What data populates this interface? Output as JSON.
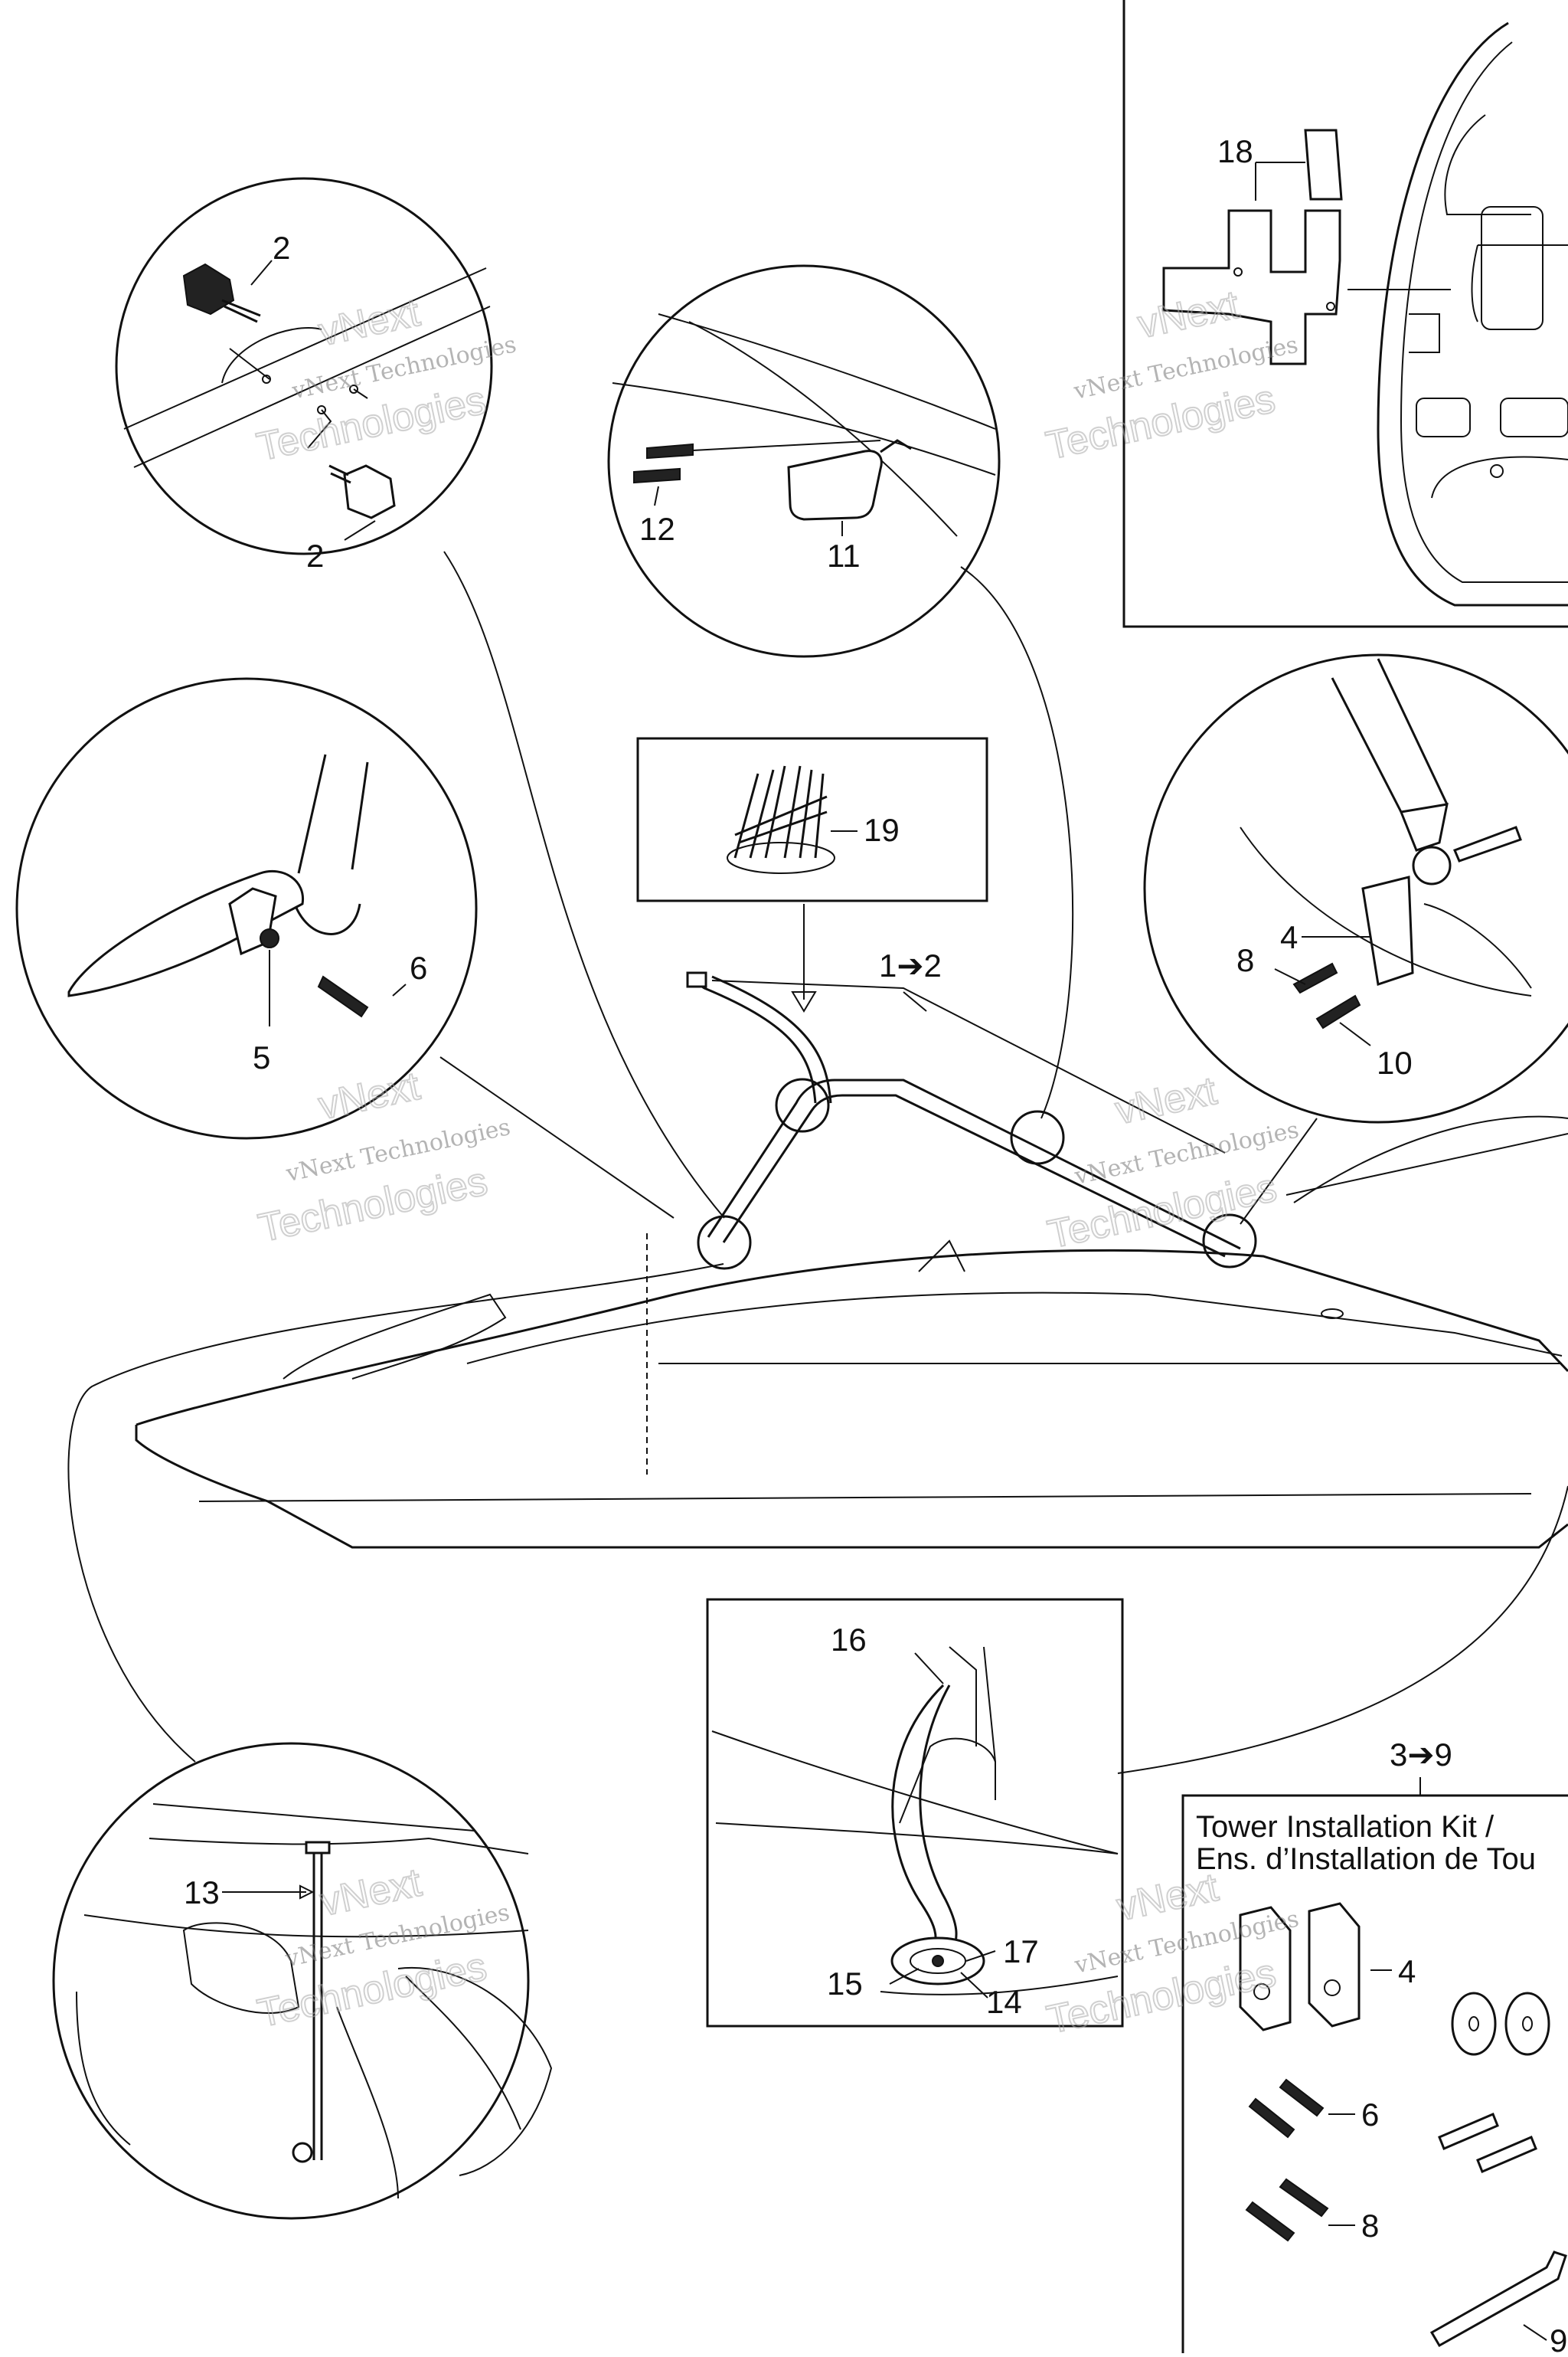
{
  "callouts": {
    "c2a": "2",
    "c2b": "2",
    "c12": "12",
    "c11": "11",
    "c18": "18",
    "c19": "19",
    "c1to2": "1➔2",
    "c6a": "6",
    "c5": "5",
    "c4a": "4",
    "c8a": "8",
    "c10": "10",
    "c16": "16",
    "c17": "17",
    "c15": "15",
    "c14": "14",
    "c13": "13",
    "c3to9": "3➔9",
    "c4b": "4",
    "c6b": "6",
    "c8b": "8",
    "c9": "9"
  },
  "kit": {
    "title_line1": "Tower Installation Kit /",
    "title_line2": "Ens. d’Installation de Tou"
  },
  "watermark": {
    "line1": "vNext",
    "line2": "vNext Technologies",
    "line3": "Technologies"
  }
}
